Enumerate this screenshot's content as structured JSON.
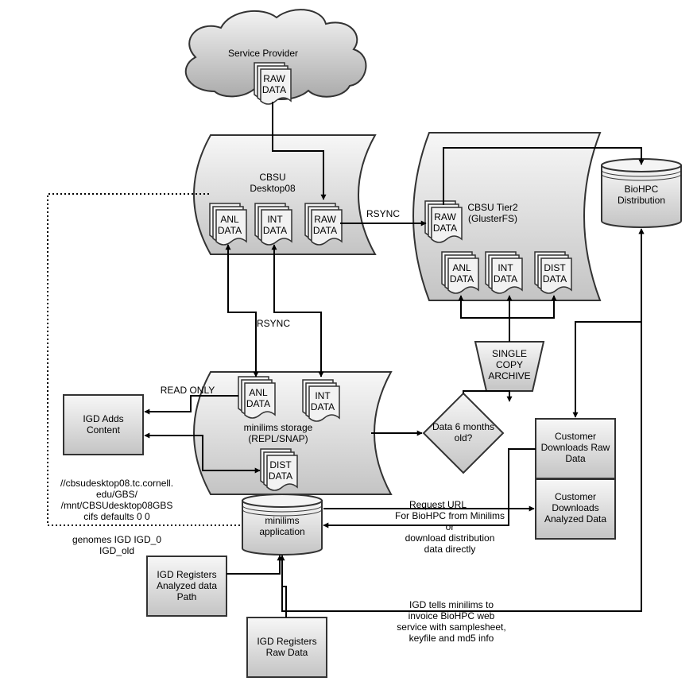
{
  "cloud": {
    "title": "Service Provider"
  },
  "cbsu_desktop": {
    "line1": "CBSU",
    "line2": "Desktop08"
  },
  "cbsu_tier2": {
    "line1": "CBSU Tier2",
    "line2": "(GlusterFS)"
  },
  "biohpc": {
    "line1": "BioHPC",
    "line2": "Distribution"
  },
  "minilims_storage": {
    "line1": "minilims storage",
    "line2": "(REPL/SNAP)"
  },
  "minilims_app": {
    "line1": "minilims",
    "line2": "application"
  },
  "archive": {
    "line1": "SINGLE",
    "line2": "COPY",
    "line3": "ARCHIVE"
  },
  "decision": {
    "line1": "Data 6 months",
    "line2": "old?"
  },
  "docs": {
    "raw_data": {
      "line1": "RAW",
      "line2": "DATA"
    },
    "anl_data": {
      "line1": "ANL",
      "line2": "DATA"
    },
    "int_data": {
      "line1": "INT",
      "line2": "DATA"
    },
    "dist_data": {
      "line1": "DIST",
      "line2": "DATA"
    }
  },
  "boxes": {
    "igd_adds": {
      "line1": "IGD Adds",
      "line2": "Content"
    },
    "customer_raw": {
      "line1": "Customer",
      "line2": "Downloads Raw",
      "line3": "Data"
    },
    "customer_analyzed": {
      "line1": "Customer",
      "line2": "Downloads",
      "line3": "Analyzed Data"
    },
    "igd_registers_analyzed": {
      "line1": "IGD Registers",
      "line2": "Analyzed data",
      "line3": "Path"
    },
    "igd_registers_raw": {
      "line1": "IGD Registers",
      "line2": "Raw Data"
    }
  },
  "labels": {
    "rsync_top": "RSYNC",
    "rsync_mid": "RSYNC",
    "read_only": "READ ONLY",
    "mount_1": "//cbsudesktop08.tc.cornell.",
    "mount_2": "edu/GBS/",
    "mount_3": "/mnt/CBSUdesktop08GBS",
    "mount_4": "cifs defaults 0 0",
    "genomes_1": "genomes  IGD  IGD_0",
    "genomes_2": "IGD_old",
    "request_1": "Request URL",
    "request_2": "For BioHPC from Minilims",
    "request_3": "or",
    "request_4": "download distribution",
    "request_5": "data directly",
    "invoice_1": "IGD tells minilims to",
    "invoice_2": "invoice BioHPC web",
    "invoice_3": "service with samplesheet,",
    "invoice_4": "keyfile and md5 info"
  }
}
